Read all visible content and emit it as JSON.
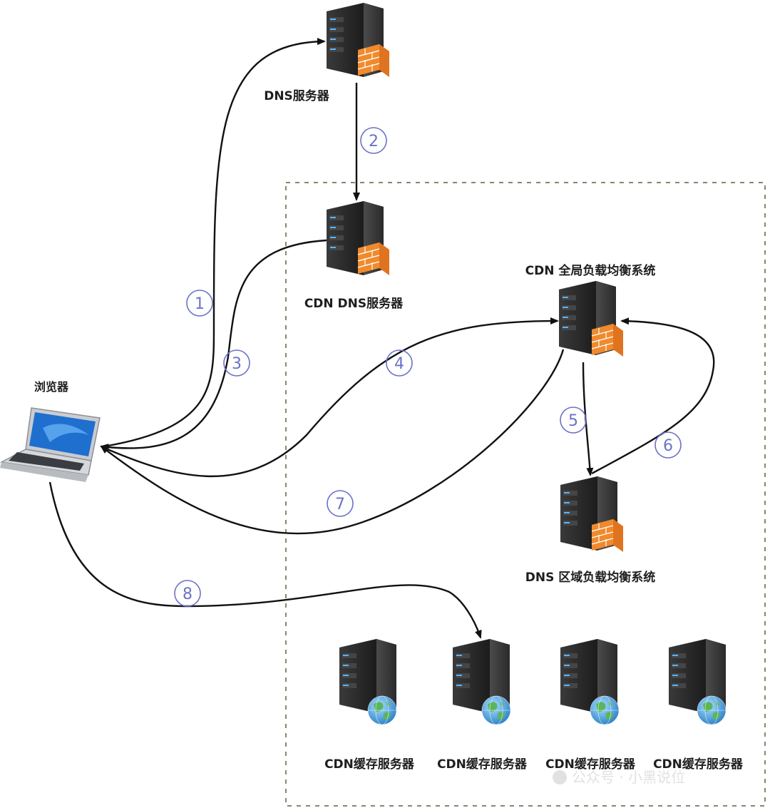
{
  "labels": {
    "dns_server": "DNS服务器",
    "cdn_dns_server": "CDN DNS服务器",
    "cdn_global_lb": "CDN 全局负载均衡系统",
    "dns_region_lb": "DNS 区域负载均衡系统",
    "browser": "浏览器",
    "cache_servers": [
      "CDN缓存服务器",
      "CDN缓存服务器",
      "CDN缓存服务器",
      "CDN缓存服务器"
    ]
  },
  "steps": [
    "1",
    "2",
    "3",
    "4",
    "5",
    "6",
    "7",
    "8"
  ],
  "watermark": "公众号 · 小黑说位",
  "colors": {
    "arrow": "#111111",
    "step_circle": "#6b72c7",
    "dashed_border": "#8c8470",
    "server_body": "#2b2b2b",
    "firewall": "#f08a2c",
    "globe": "#3d9be0"
  }
}
